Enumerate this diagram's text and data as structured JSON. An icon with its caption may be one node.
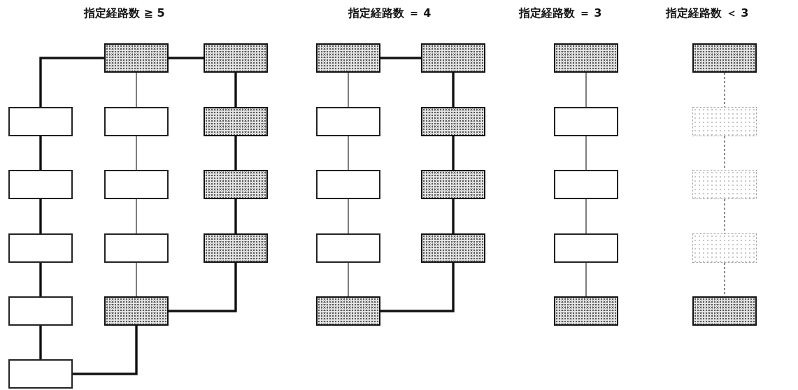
{
  "diagram": {
    "nodes": [
      {
        "text": [],
        "shape": "box"
      },
      {
        "text": [],
        "shape": "box"
      },
      {
        "text": [],
        "shape": "box"
      },
      {
        "text": [],
        "shape": "box"
      },
      {
        "text": [],
        "shape": "box"
      },
      {
        "text": [],
        "shape": "box"
      },
      {
        "text": [],
        "shape": "box"
      },
      {
        "text": [],
        "shape": "box"
      },
      {
        "text": [],
        "shape": "box"
      },
      {
        "text": [],
        "shape": "box"
      },
      {
        "text": [],
        "shape": "box"
      },
      {
        "text": [],
        "shape": "box"
      },
      {
        "text": [],
        "shape": "box"
      },
      {
        "text": [],
        "shape": "box"
      },
      {
        "text": [],
        "shape": "box"
      },
      {
        "text": [],
        "shape": "box"
      },
      {
        "text": [],
        "shape": "box"
      },
      {
        "text": [],
        "shape": "box"
      },
      {
        "text": [],
        "shape": "box"
      },
      {
        "text": [],
        "shape": "box"
      },
      {
        "text": [],
        "shape": "box"
      },
      {
        "text": [],
        "shape": "box"
      },
      {
        "text": [],
        "shape": "box"
      },
      {
        "text": [],
        "shape": "box"
      },
      {
        "text": [],
        "shape": "box"
      },
      {
        "text": [],
        "shape": "box"
      },
      {
        "text": [],
        "shape": "box"
      },
      {
        "text": [],
        "shape": "box"
      },
      {
        "text": [],
        "shape": "box"
      },
      {
        "text": [],
        "shape": "box"
      },
      {
        "text": [],
        "shape": "box"
      },
      {
        "text": [],
        "shape": "box"
      },
      {
        "text": [],
        "shape": "box"
      }
    ],
    "edges": [
      {
        "from": 0,
        "to": 1,
        "arrow": "none",
        "style": "thick"
      },
      {
        "from": 0,
        "to": 2,
        "arrow": "none",
        "style": "thick"
      },
      {
        "from": 0,
        "to": 3,
        "arrow": "none"
      },
      {
        "from": 1,
        "to": 4,
        "arrow": "none",
        "style": "thick"
      },
      {
        "from": 2,
        "to": 5,
        "arrow": "none",
        "style": "thick"
      },
      {
        "from": 3,
        "to": 6,
        "arrow": "none"
      },
      {
        "from": 4,
        "to": 7,
        "arrow": "none",
        "style": "thick"
      },
      {
        "from": 5,
        "to": 8,
        "arrow": "none",
        "style": "thick"
      },
      {
        "from": 6,
        "to": 9,
        "arrow": "none"
      },
      {
        "from": 7,
        "to": 10,
        "arrow": "none",
        "style": "thick"
      },
      {
        "from": 8,
        "to": 11,
        "arrow": "none",
        "style": "thick"
      },
      {
        "from": 9,
        "to": 12,
        "arrow": "none"
      },
      {
        "from": 10,
        "to": 12,
        "arrow": "none",
        "style": "thick"
      },
      {
        "from": 11,
        "to": 13,
        "arrow": "none",
        "style": "thick"
      },
      {
        "from": 13,
        "to": 12,
        "arrow": "none",
        "style": "thick"
      },
      {
        "from": 14,
        "to": 15,
        "arrow": "none",
        "style": "thick"
      },
      {
        "from": 14,
        "to": 16,
        "arrow": "none"
      },
      {
        "from": 16,
        "to": 18,
        "arrow": "none"
      },
      {
        "from": 18,
        "to": 20,
        "arrow": "none"
      },
      {
        "from": 20,
        "to": 22,
        "arrow": "none"
      },
      {
        "from": 15,
        "to": 17,
        "arrow": "none",
        "style": "thick"
      },
      {
        "from": 17,
        "to": 19,
        "arrow": "none",
        "style": "thick"
      },
      {
        "from": 19,
        "to": 21,
        "arrow": "none",
        "style": "thick"
      },
      {
        "from": 21,
        "to": 22,
        "arrow": "none",
        "style": "thick"
      },
      {
        "from": 23,
        "to": 24,
        "arrow": "none"
      },
      {
        "from": 24,
        "to": 25,
        "arrow": "none"
      },
      {
        "from": 25,
        "to": 26,
        "arrow": "none"
      },
      {
        "from": 26,
        "to": 27,
        "arrow": "none"
      },
      {
        "from": 28,
        "to": 29,
        "arrow": "none",
        "style": "dashed"
      },
      {
        "from": 29,
        "to": 30,
        "arrow": "none",
        "style": "dashed"
      },
      {
        "from": 30,
        "to": 31,
        "arrow": "none",
        "style": "dashed"
      },
      {
        "from": 31,
        "to": 32,
        "arrow": "none",
        "style": "dashed"
      }
    ],
    "labels": [
      "指定経路数 ≧ 5",
      "指定経路数 ＝ 4",
      "指定経路数 ＝ 3",
      "指定経路数 ＜ 3"
    ]
  }
}
